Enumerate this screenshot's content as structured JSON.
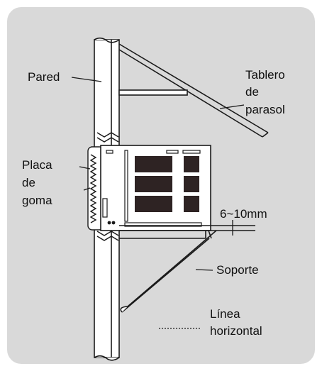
{
  "colors": {
    "panel": "#d9d9d9",
    "line": "#1a1a1a",
    "fill_white": "#ffffff",
    "vent_dark": "#2e2323"
  },
  "labels": {
    "wall": "Pared",
    "awning_line1": "Tablero",
    "awning_line2": "de",
    "awning_line3": "parasol",
    "rubber_line1": "Placa",
    "rubber_line2": "de",
    "rubber_line3": "goma",
    "gap": "6~10mm",
    "bracket": "Soporte",
    "level_line1": "Línea",
    "level_line2": "horizontal"
  }
}
